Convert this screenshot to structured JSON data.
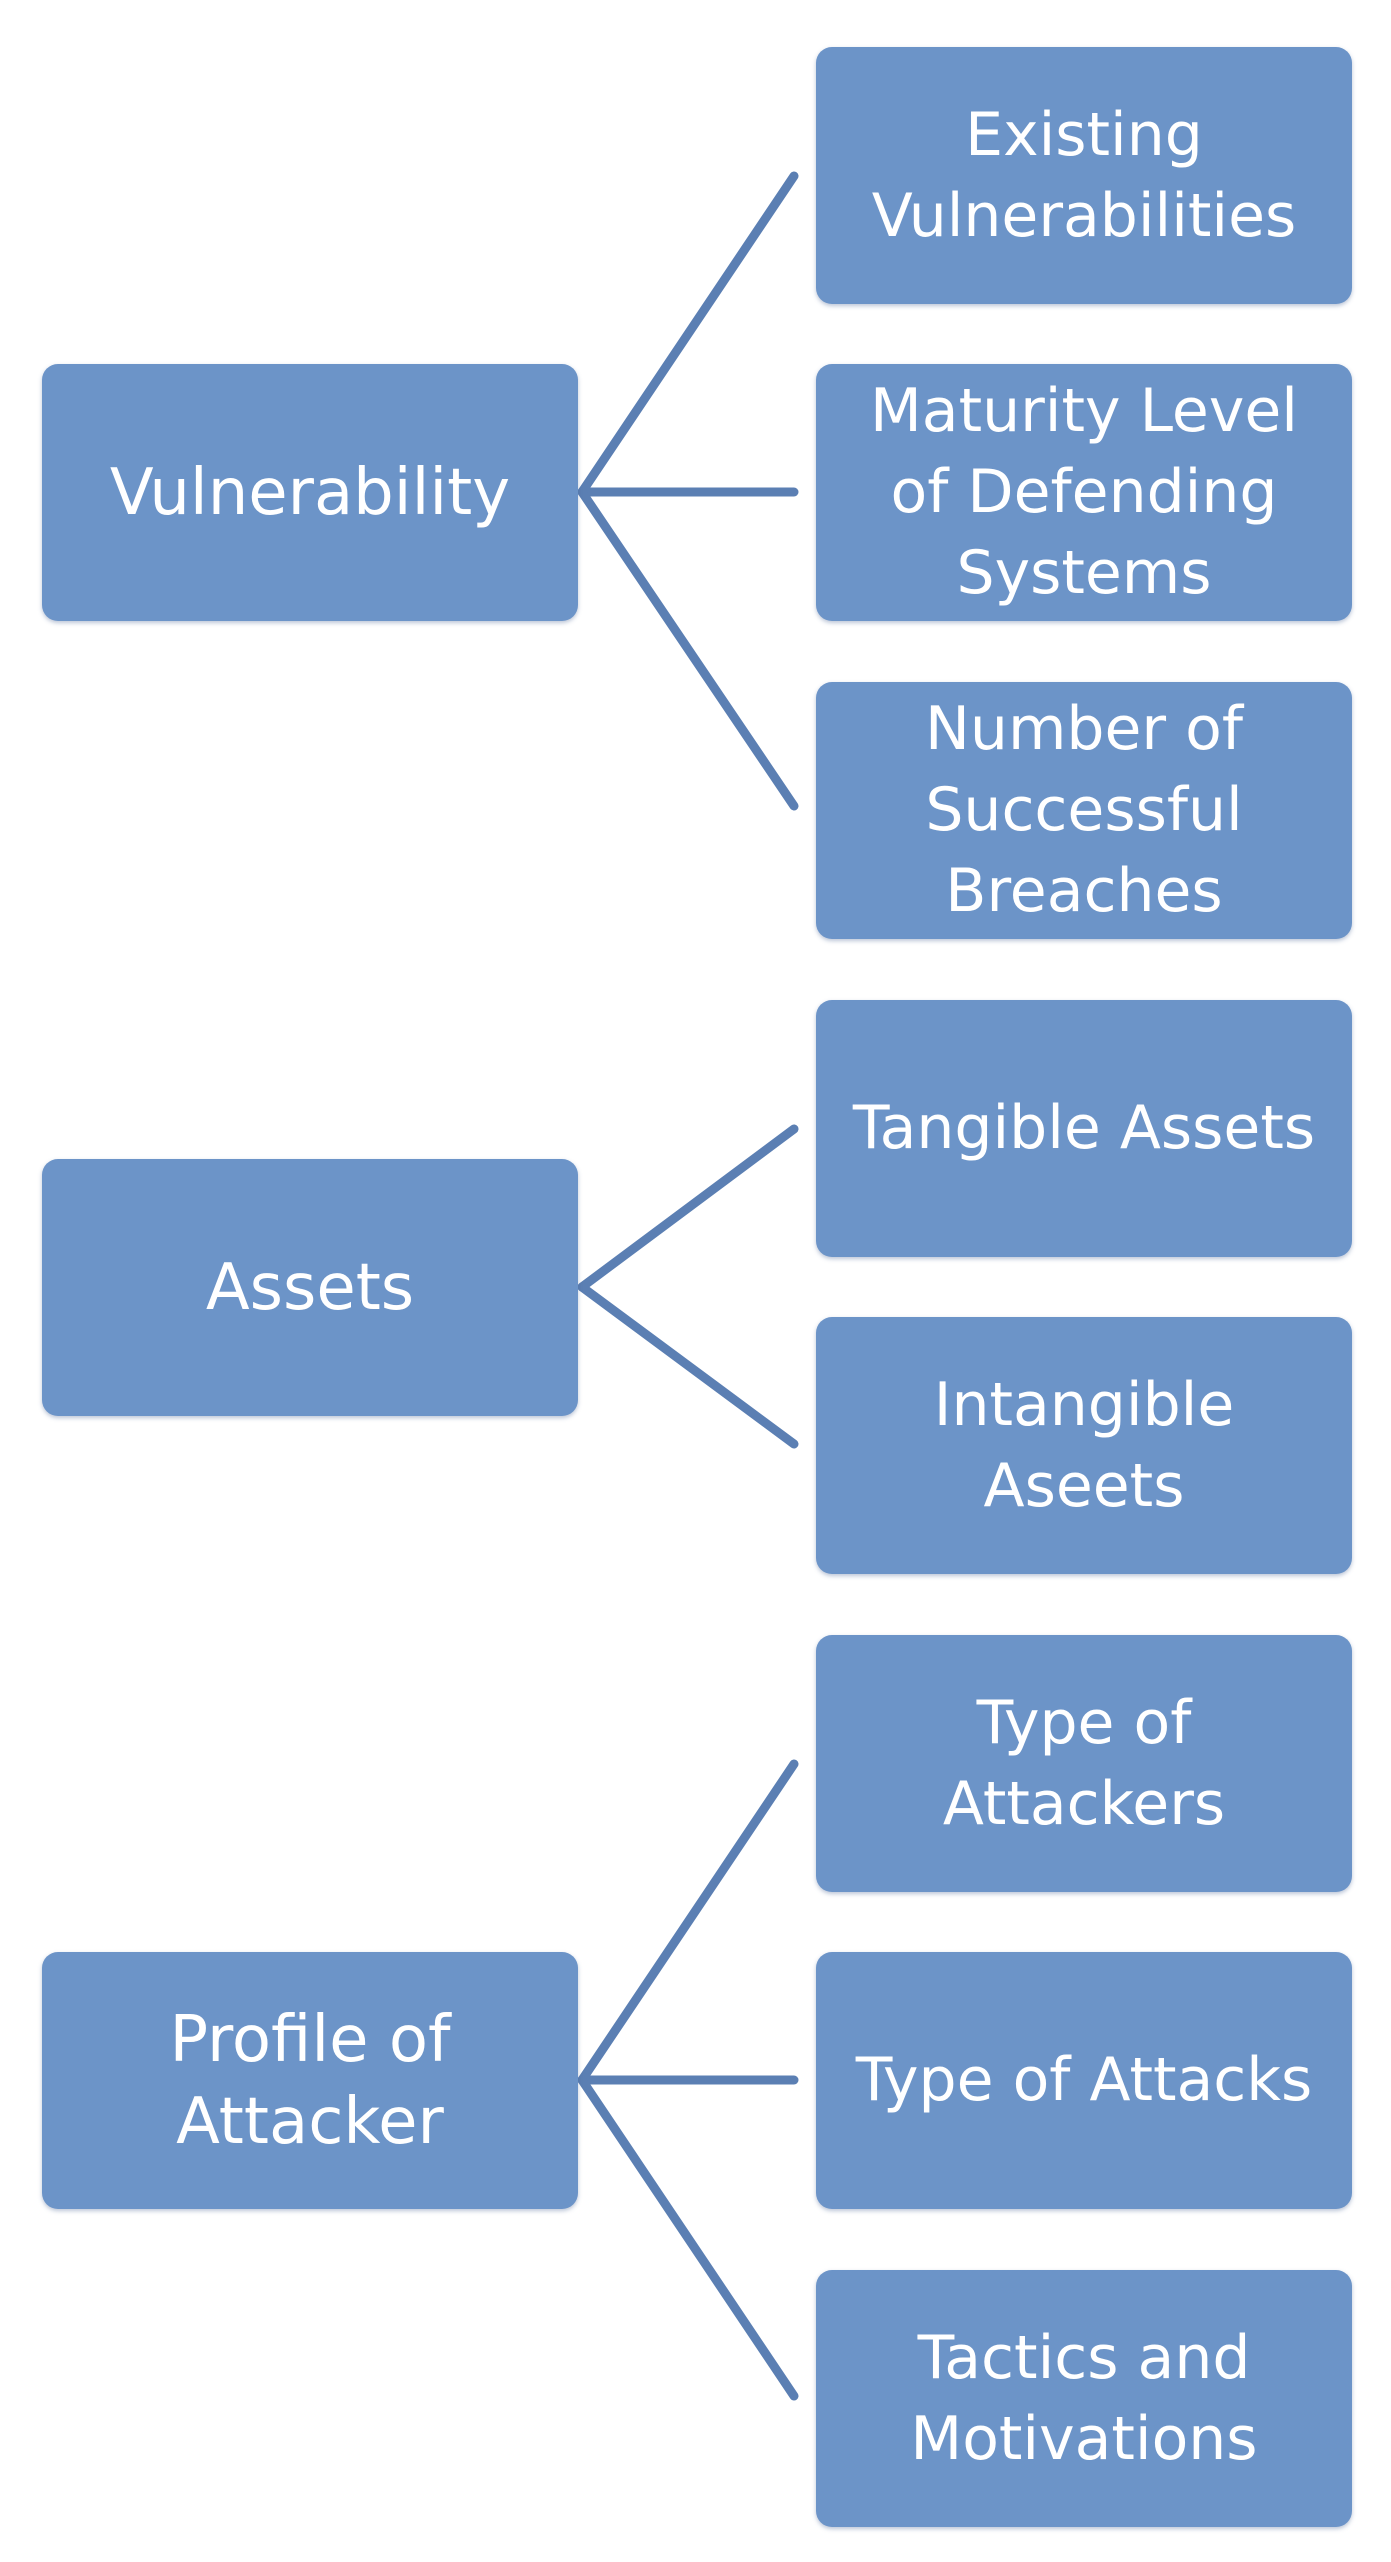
{
  "diagram": {
    "colors": {
      "box_fill": "#6c94c8",
      "connector": "#5b7fb3",
      "text": "#ffffff"
    },
    "groups": [
      {
        "label": "Vulnerability",
        "children": [
          "Existing\nVulnerabilities",
          "Maturity Level\nof Defending\nSystems",
          "Number of\nSuccessful\nBreaches"
        ]
      },
      {
        "label": "Assets",
        "children": [
          "Tangible Assets",
          "Intangible\nAseets"
        ]
      },
      {
        "label": "Profile of\nAttacker",
        "children": [
          "Type of\nAttackers",
          "Type of Attacks",
          "Tactics and\nMotivations"
        ]
      }
    ]
  }
}
